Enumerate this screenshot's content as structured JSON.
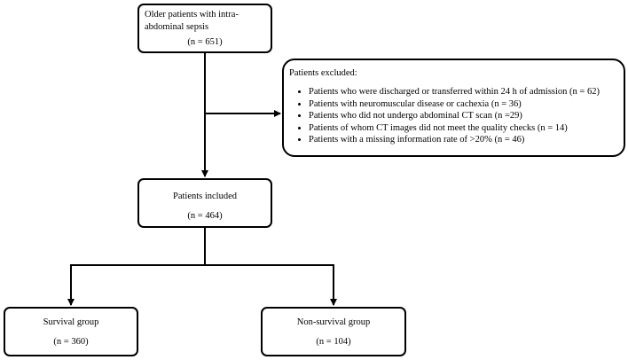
{
  "flowchart": {
    "older": {
      "title": "Older patients with  intra-abdominal sepsis",
      "count": "(n = 651)"
    },
    "excluded": {
      "title": "Patients excluded:",
      "items": [
        "Patients who were discharged or transferred within 24 h of admission (n = 62)",
        "Patients with neuromuscular disease or cachexia (n = 36)",
        "Patients who did not undergo abdominal CT scan (n =29)",
        "Patients of whom CT images did not meet the quality checks (n = 14)",
        "Patients with a missing information rate of >20% (n = 46)"
      ]
    },
    "included": {
      "title": "Patients included",
      "count": "(n = 464)"
    },
    "survival": {
      "title": "Survival group",
      "count": "(n = 360)"
    },
    "non_survival": {
      "title": "Non-survival group",
      "count": "(n = 104)"
    }
  }
}
